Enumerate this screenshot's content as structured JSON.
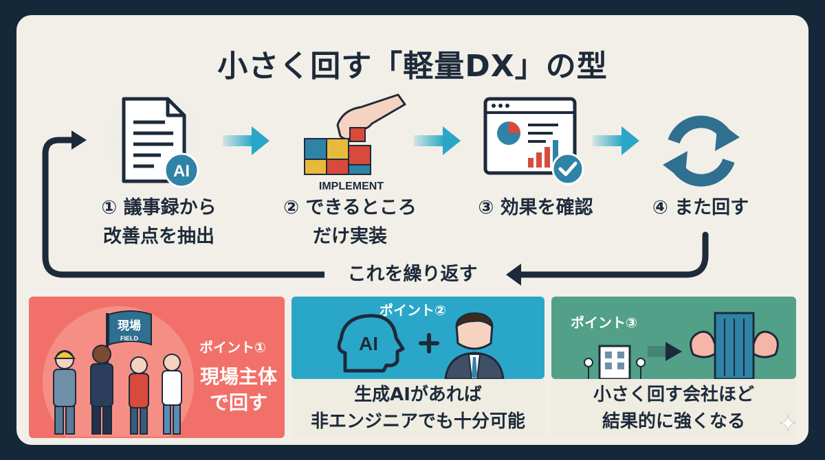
{
  "title": "小さく回す「軽量DX」の型",
  "steps": [
    {
      "line1": "① 議事録から",
      "line2": "改善点を抽出",
      "icon": "ai-document-icon",
      "badge": "AI"
    },
    {
      "line1": "② できるところ",
      "line2": "だけ実装",
      "icon": "puzzle-hand-icon",
      "badge": "IMPLEMENT"
    },
    {
      "line1": "③ 効果を確認",
      "line2": "",
      "icon": "dashboard-check-icon"
    },
    {
      "line1": "④ また回す",
      "line2": "",
      "icon": "cycle-arrows-icon"
    }
  ],
  "loop_label": "これを繰り返す",
  "points": [
    {
      "tag": "ポイント①",
      "line1": "現場主体",
      "line2": "で回す",
      "flag_text": "現場",
      "flag_sub": "FIELD",
      "color": "#f1716a"
    },
    {
      "tag": "ポイント②",
      "line1": "生成AIがあれば",
      "line2": "非エンジニアでも十分可能",
      "head_text": "AI",
      "color": "#2aa7c8"
    },
    {
      "tag": "ポイント③",
      "line1": "小さく回す会社ほど",
      "line2": "結果的に強くなる",
      "color": "#52a088"
    }
  ],
  "colors": {
    "background": "#15283a",
    "card": "#f1efe7",
    "text": "#1d2a3a",
    "accent": "#2aa7c8",
    "loop": "#1d2a3a"
  }
}
